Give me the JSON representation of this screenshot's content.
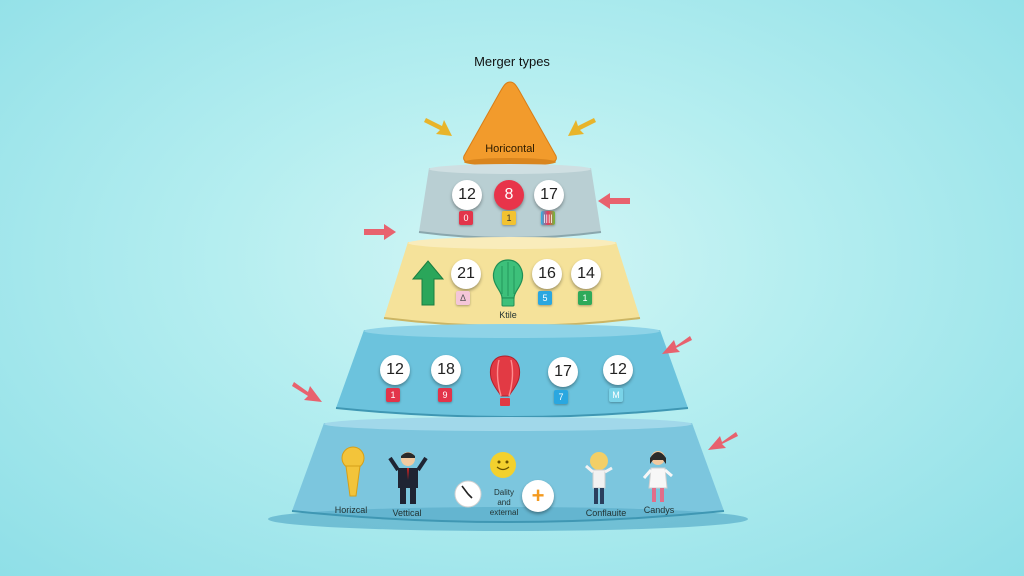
{
  "title": "Merger types",
  "apex": {
    "label": "Horicontal"
  },
  "tier1": {
    "badges": [
      "12",
      "8",
      "17"
    ],
    "tags": [
      "0",
      "1",
      "||||"
    ]
  },
  "tier2": {
    "badges": [
      "21",
      "16",
      "14"
    ],
    "tags": [
      "Δ",
      "5",
      "1"
    ],
    "caption": "Ktile"
  },
  "tier3": {
    "badges": [
      "12",
      "18",
      "17",
      "12"
    ],
    "tags": [
      "1",
      "9",
      "7",
      "M"
    ]
  },
  "tier4": {
    "labels": [
      "Horizcal",
      "Vettical",
      "Conflauite",
      "Candys"
    ],
    "center_text": [
      "Dality",
      "and",
      "external"
    ],
    "plus_glyph": "+"
  },
  "colors": {
    "apex": "#f29b2c",
    "tier1": "#b9cfd3",
    "tier2": "#f5e29a",
    "tier3": "#6cc3dd",
    "tier4": "#7cc6de",
    "arrow_orange": "#e8b42a",
    "arrow_red": "#e8626e"
  }
}
